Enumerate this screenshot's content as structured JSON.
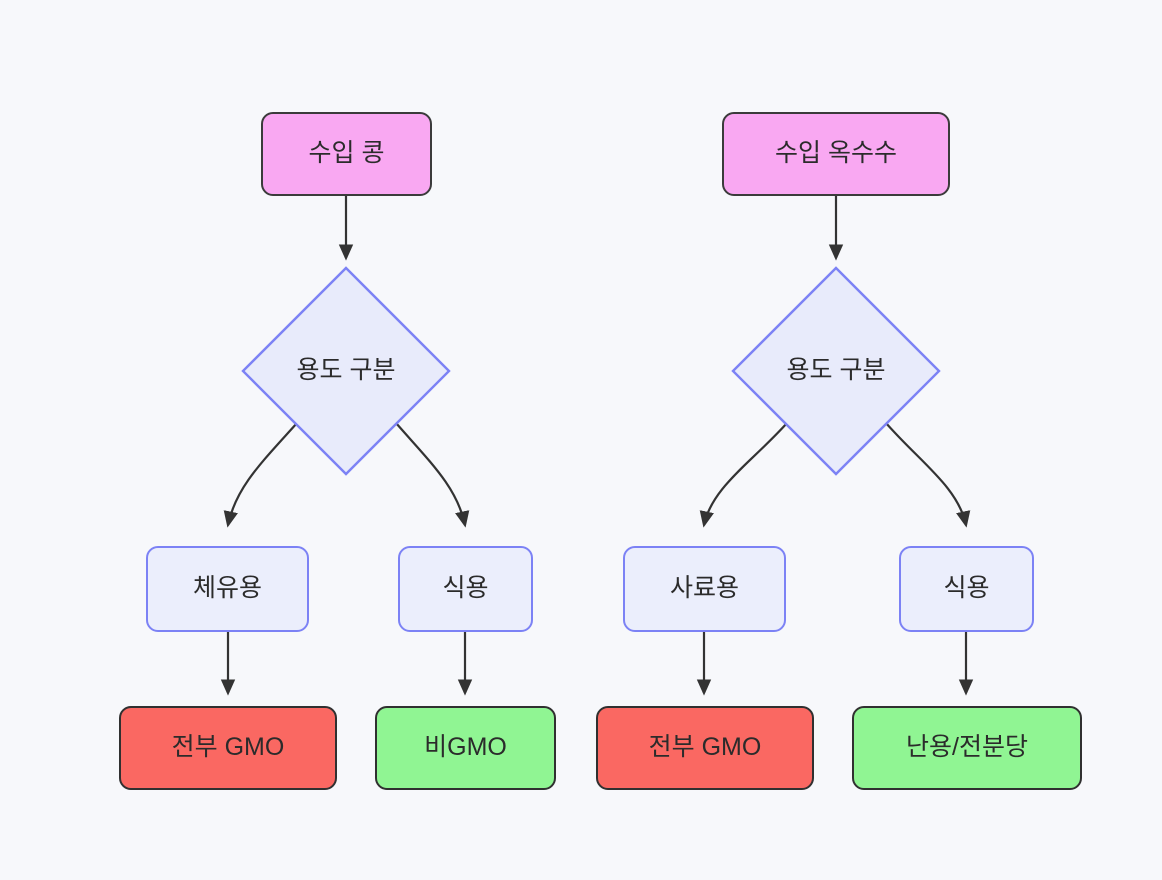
{
  "diagram": {
    "title": "GMO distribution flowchart",
    "background_color": "#f7f8fb",
    "text_color": "#2b2b2b",
    "palette": {
      "source_fill": "#f9a8f2",
      "source_border": "#3b3b3b",
      "process_fill": "#ebeefc",
      "process_border": "#7c82f5",
      "bad_fill": "#fa6862",
      "bad_border": "#303030",
      "good_fill": "#90f593",
      "good_border": "#303030",
      "edge_color": "#333333"
    },
    "nodes": {
      "soy_source": {
        "label": "수입 콩"
      },
      "soy_decision": {
        "label": "용도 구분"
      },
      "soy_oil": {
        "label": "체유용"
      },
      "soy_food": {
        "label": "식용"
      },
      "soy_oil_result": {
        "label": "전부 GMO"
      },
      "soy_food_result": {
        "label": "비GMO"
      },
      "corn_source": {
        "label": "수입 옥수수"
      },
      "corn_decision": {
        "label": "용도 구분"
      },
      "corn_feed": {
        "label": "사료용"
      },
      "corn_food": {
        "label": "식용"
      },
      "corn_feed_result": {
        "label": "전부 GMO"
      },
      "corn_food_result": {
        "label": "난용/전분당"
      }
    },
    "edges": [
      {
        "from": "soy_source",
        "to": "soy_decision",
        "style": "straight"
      },
      {
        "from": "soy_decision",
        "to": "soy_oil",
        "style": "curved"
      },
      {
        "from": "soy_decision",
        "to": "soy_food",
        "style": "curved"
      },
      {
        "from": "soy_oil",
        "to": "soy_oil_result",
        "style": "straight"
      },
      {
        "from": "soy_food",
        "to": "soy_food_result",
        "style": "straight"
      },
      {
        "from": "corn_source",
        "to": "corn_decision",
        "style": "straight"
      },
      {
        "from": "corn_decision",
        "to": "corn_feed",
        "style": "curved"
      },
      {
        "from": "corn_decision",
        "to": "corn_food",
        "style": "curved"
      },
      {
        "from": "corn_feed",
        "to": "corn_feed_result",
        "style": "straight"
      },
      {
        "from": "corn_food",
        "to": "corn_food_result",
        "style": "straight"
      }
    ]
  }
}
